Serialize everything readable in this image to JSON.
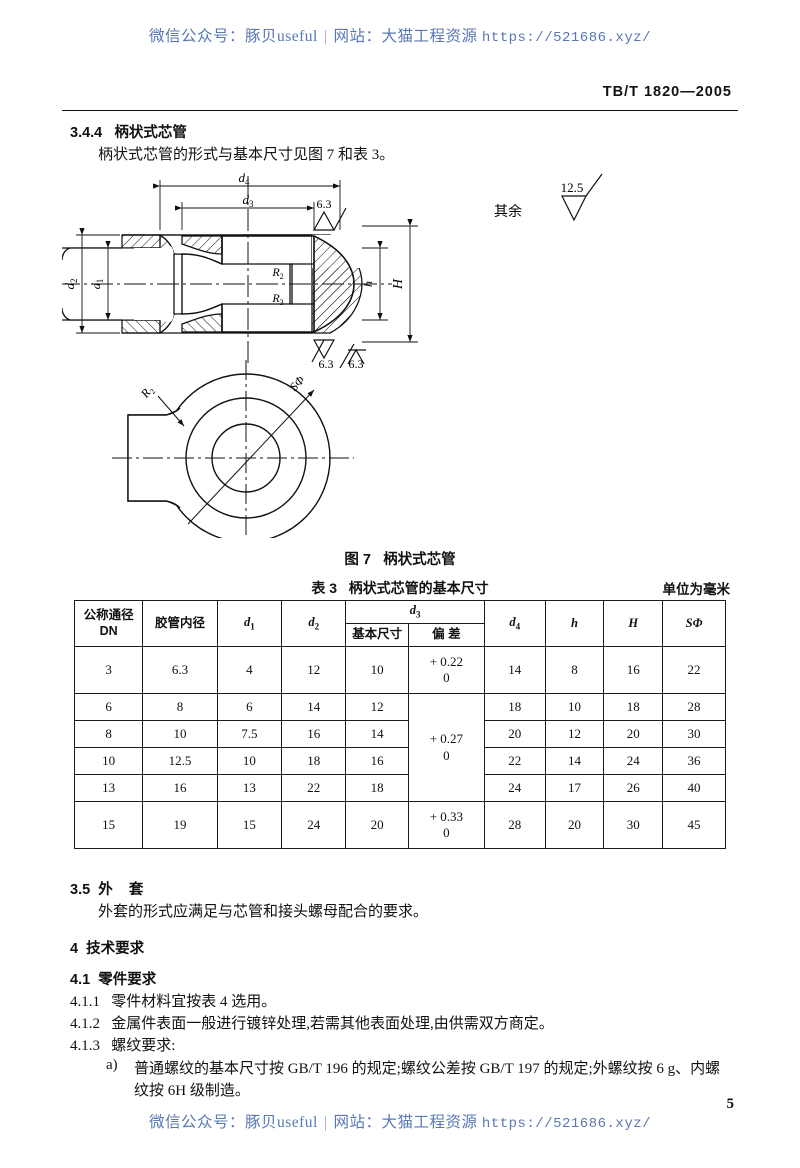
{
  "watermark": {
    "prefix": "微信公众号：",
    "account": "豚贝useful",
    "separator": "|",
    "site_label": "网站：",
    "site_name": "大猫工程资源",
    "url": "https://521686.xyz/"
  },
  "header": {
    "standard_no": "TB/T 1820—2005"
  },
  "footer": {
    "page_number": "5"
  },
  "sections": {
    "s344_no": "3.4.4",
    "s344_title": "柄状式芯管",
    "s344_body": "柄状式芯管的形式与基本尺寸见图 7 和表 3。",
    "s35_no": "3.5",
    "s35_title": "外    套",
    "s35_body": "外套的形式应满足与芯管和接头螺母配合的要求。",
    "s4_no": "4",
    "s4_title": "技术要求",
    "s41_no": "4.1",
    "s41_title": "零件要求",
    "s411": "4.1.1   零件材料宜按表 4 选用。",
    "s412": "4.1.2   金属件表面一般进行镀锌处理,若需其他表面处理,由供需双方商定。",
    "s413": "4.1.3   螺纹要求:",
    "s413a_marker": "a)",
    "s413a_line1": "普通螺纹的基本尺寸按 GB/T 196 的规定;螺纹公差按 GB/T 197 的规定;外螺纹按 6 g、内螺",
    "s413a_line2": "纹按 6H 级制造。"
  },
  "figure": {
    "caption_no": "图 7",
    "caption_title": "柄状式芯管",
    "labels": {
      "d4": "d",
      "d4_sub": "4",
      "d3": "d",
      "d3_sub": "3",
      "d2": "d",
      "d2_sub": "2",
      "d1": "d",
      "d1_sub": "1",
      "h": "h",
      "H": "H",
      "R2": "R",
      "R2_sub": "2",
      "R3": "R",
      "R3_sub": "3",
      "R2b": "R",
      "R2b_sub": "2",
      "Sphi": "SΦ",
      "rough_a": "6.3",
      "rough_b": "6.3",
      "rough_c": "6.3",
      "other_label": "其余",
      "other_value": "12.5"
    }
  },
  "table": {
    "title_no": "表 3",
    "title_text": "柄状式芯管的基本尺寸",
    "unit_note": "单位为毫米",
    "headers": {
      "dn_line1": "公称通径",
      "dn_line2": "DN",
      "hose_id": "胶管内径",
      "d1": "d",
      "d1_sub": "1",
      "d2": "d",
      "d2_sub": "2",
      "d3": "d",
      "d3_sub": "3",
      "d3_basic": "基本尺寸",
      "d3_dev": "偏      差",
      "d4": "d",
      "d4_sub": "4",
      "h": "h",
      "H": "H",
      "Sphi": "SΦ"
    },
    "rows": [
      {
        "dn": "3",
        "hose_id": "6.3",
        "d1": "4",
        "d2": "12",
        "d3_basic": "10",
        "d4": "14",
        "h": "8",
        "H": "16",
        "sphi": "22"
      },
      {
        "dn": "6",
        "hose_id": "8",
        "d1": "6",
        "d2": "14",
        "d3_basic": "12",
        "d4": "18",
        "h": "10",
        "H": "18",
        "sphi": "28"
      },
      {
        "dn": "8",
        "hose_id": "10",
        "d1": "7.5",
        "d2": "16",
        "d3_basic": "14",
        "d4": "20",
        "h": "12",
        "H": "20",
        "sphi": "30"
      },
      {
        "dn": "10",
        "hose_id": "12.5",
        "d1": "10",
        "d2": "18",
        "d3_basic": "16",
        "d4": "22",
        "h": "14",
        "H": "24",
        "sphi": "36"
      },
      {
        "dn": "13",
        "hose_id": "16",
        "d1": "13",
        "d2": "22",
        "d3_basic": "18",
        "d4": "24",
        "h": "17",
        "H": "26",
        "sphi": "40"
      },
      {
        "dn": "15",
        "hose_id": "19",
        "d1": "15",
        "d2": "24",
        "d3_basic": "20",
        "d4": "28",
        "h": "20",
        "H": "30",
        "sphi": "45"
      }
    ],
    "deviations": [
      {
        "upper": "+ 0.22",
        "lower": "0",
        "rowspan": 1
      },
      {
        "upper": "+ 0.27",
        "lower": "0",
        "rowspan": 4
      },
      {
        "upper": "+ 0.33",
        "lower": "0",
        "rowspan": 1
      }
    ]
  }
}
